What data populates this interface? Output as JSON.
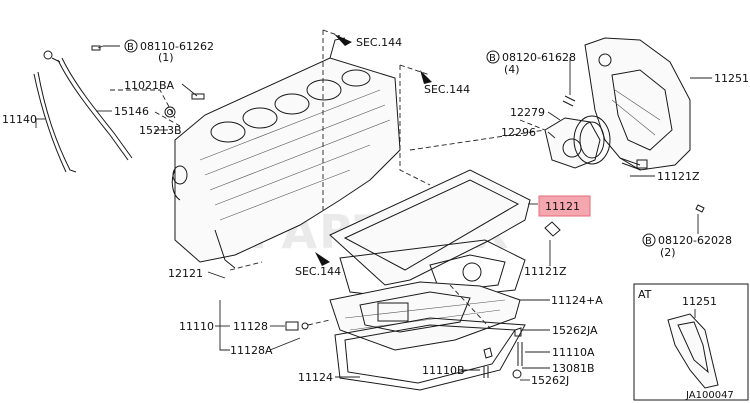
{
  "watermark": "PARTMAX",
  "diagram_id": "JA100047",
  "labels": {
    "sec144_a": "SEC.144",
    "sec144_b": "SEC.144",
    "sec144_c": "SEC.144",
    "b_08110": "08110-61262",
    "b_08110_qty": "(1)",
    "b_08120_a": "08120-61628",
    "b_08120_a_qty": "(4)",
    "b_08120_b": "08120-62028",
    "b_08120_b_qty": "(2)",
    "bolt_mark": "B",
    "p11021BA": "11021BA",
    "p15146": "15146",
    "p11140": "11140",
    "p15213B": "15213B",
    "p12279": "12279",
    "p12296": "12296",
    "p11251": "11251",
    "p11121Z_a": "11121Z",
    "p11121": "11121",
    "p11121Z_b": "11121Z",
    "p12121": "12121",
    "p11124A": "11124+A",
    "p11110": "11110",
    "p11128": "11128",
    "p11128A": "11128A",
    "p15262JA": "15262JA",
    "p11110A": "11110A",
    "p13081B": "13081B",
    "p15262J": "15262J",
    "p11110B": "11110B",
    "p11124": "11124",
    "inset_title": "AT",
    "inset_part": "11251"
  },
  "colors": {
    "highlight_fill": "#f4a7ae",
    "highlight_stroke": "#e36b78",
    "line": "#222222"
  }
}
